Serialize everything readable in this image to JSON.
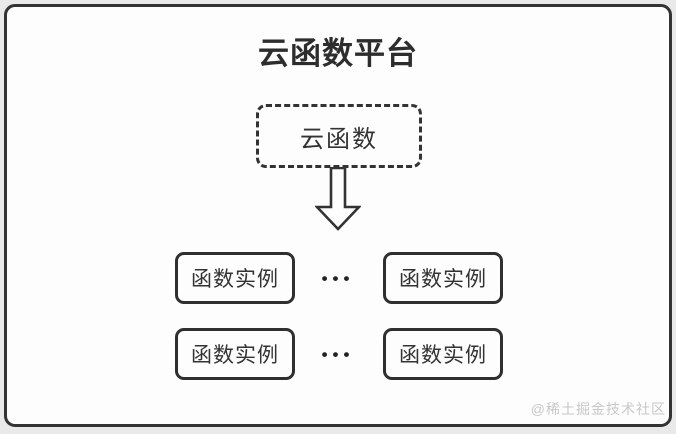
{
  "diagram": {
    "title": "云函数平台",
    "root_label": "云函数",
    "rows": [
      {
        "left_label": "函数实例",
        "ellipsis": "•••",
        "right_label": "函数实例"
      },
      {
        "left_label": "函数实例",
        "ellipsis": "•••",
        "right_label": "函数实例"
      }
    ]
  },
  "watermark": {
    "text": "@稀土掘金技术社区"
  },
  "colors": {
    "outline": "#333333",
    "text": "#333333",
    "outer_background": "#e9e9e9",
    "inner_background": "#fdfdfd",
    "watermark_text": "#c8c8c8"
  }
}
